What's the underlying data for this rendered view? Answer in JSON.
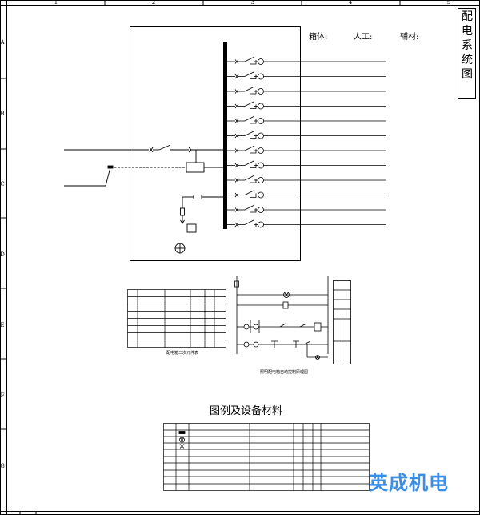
{
  "frame": {
    "columns": [
      "1",
      "2",
      "3",
      "4",
      "5"
    ],
    "rows": [
      "A",
      "B",
      "C",
      "D",
      "E",
      "F",
      "G"
    ]
  },
  "title_block": {
    "vertical_title_chars": [
      "配",
      "电",
      "系",
      "统",
      "图"
    ]
  },
  "box_info": {
    "enclosure_label": "箱体:",
    "labor_label": "人工:",
    "auxiliary_label": "辅材:"
  },
  "secondary_table": {
    "caption": "配电箱二次元件表",
    "rows": 8,
    "cols": 6
  },
  "control_diagram": {
    "caption": "照明配电箱自动控制原理图"
  },
  "legend": {
    "title": "图例及设备材料",
    "symbols": [
      "rect-filled-symbol",
      "lamp-symbol",
      "breaker-symbol"
    ],
    "rows": 10,
    "cols": 9
  },
  "feeder_count": 12,
  "watermark_text": "英成机电",
  "colors": {
    "line": "#000000",
    "watermark": "#3b8ee8"
  }
}
